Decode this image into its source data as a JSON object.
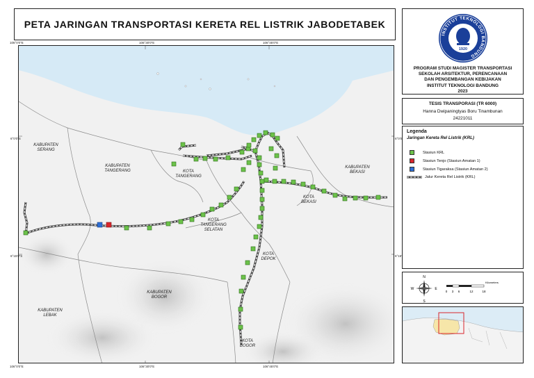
{
  "title": "PETA JARINGAN TRANSPORTASI KERETA REL LISTRIK JABODETABEK",
  "institution": {
    "logo_ring_text": "INSTITUT TEKNOLOGI BANDUNG",
    "logo_year": "1920",
    "lines": [
      "PROGRAM STUDI MAGISTER TRANSPORTASI",
      "SEKOLAH ARSITEKTUR, PERENCANAAN",
      "DAN PENGEMBANGAN KEBIJAKAN",
      "INSTITUT TEKNOLOGI BANDUNG",
      "2023"
    ]
  },
  "thesis": {
    "course": "TESIS TRANSPORASI (TR 6000)",
    "author": "Hanna Dwipaningtyas Boru Tinambunan",
    "nim": "24221011"
  },
  "legend": {
    "title": "Legenda",
    "subtitle": "Jaringan Kereta Rel Listrik (KRL)",
    "items": [
      {
        "label": "Stasiun KRL",
        "color": "#6cc24a"
      },
      {
        "label": "Stasiun Tenjo (Stasiun Amatan 1)",
        "color": "#d9262c"
      },
      {
        "label": "Stasiun Tigaraksa (Stasiun Amatan 2)",
        "color": "#2e6fd6"
      },
      {
        "label": "Jalur Kereta Rel Listrik (KRL)",
        "color": "#555555"
      }
    ]
  },
  "scale": {
    "ticks": [
      "0",
      "3",
      "6",
      "12",
      "18"
    ],
    "unit": "Kilometers",
    "compass": [
      "N",
      "E",
      "S",
      "W"
    ]
  },
  "coordinates": {
    "top": [
      "106°0'0\"E",
      "106°30'0\"E",
      "106°45'0\"E"
    ],
    "side": [
      "6°0'0\"S",
      "6°15'0\"S"
    ]
  },
  "places": [
    {
      "id": "serang",
      "text": "KABUPATEN SERANG"
    },
    {
      "id": "kab-tangerang",
      "text": "KABUPATEN TANGERANG"
    },
    {
      "id": "kota-tangerang",
      "text": "KOTA TANGERANG"
    },
    {
      "id": "tangsel",
      "text": "KOTA TANGERANG SELATAN"
    },
    {
      "id": "kab-bekasi",
      "text": "KABUPATEN BEKASI"
    },
    {
      "id": "kota-bekasi",
      "text": "KOTA BEKASI"
    },
    {
      "id": "depok",
      "text": "KOTA DEPOK"
    },
    {
      "id": "kab-bogor",
      "text": "KABUPATEN BOGOR"
    },
    {
      "id": "lebak",
      "text": "KABUPATEN LEBAK"
    },
    {
      "id": "kota-bogor",
      "text": "KOTA BOGOR"
    }
  ],
  "colors": {
    "sea": "#d6eaf6",
    "land": "#f1f1f1",
    "station": "#6cc24a",
    "tenjo": "#d9262c",
    "tigaraksa": "#2e6fd6"
  }
}
